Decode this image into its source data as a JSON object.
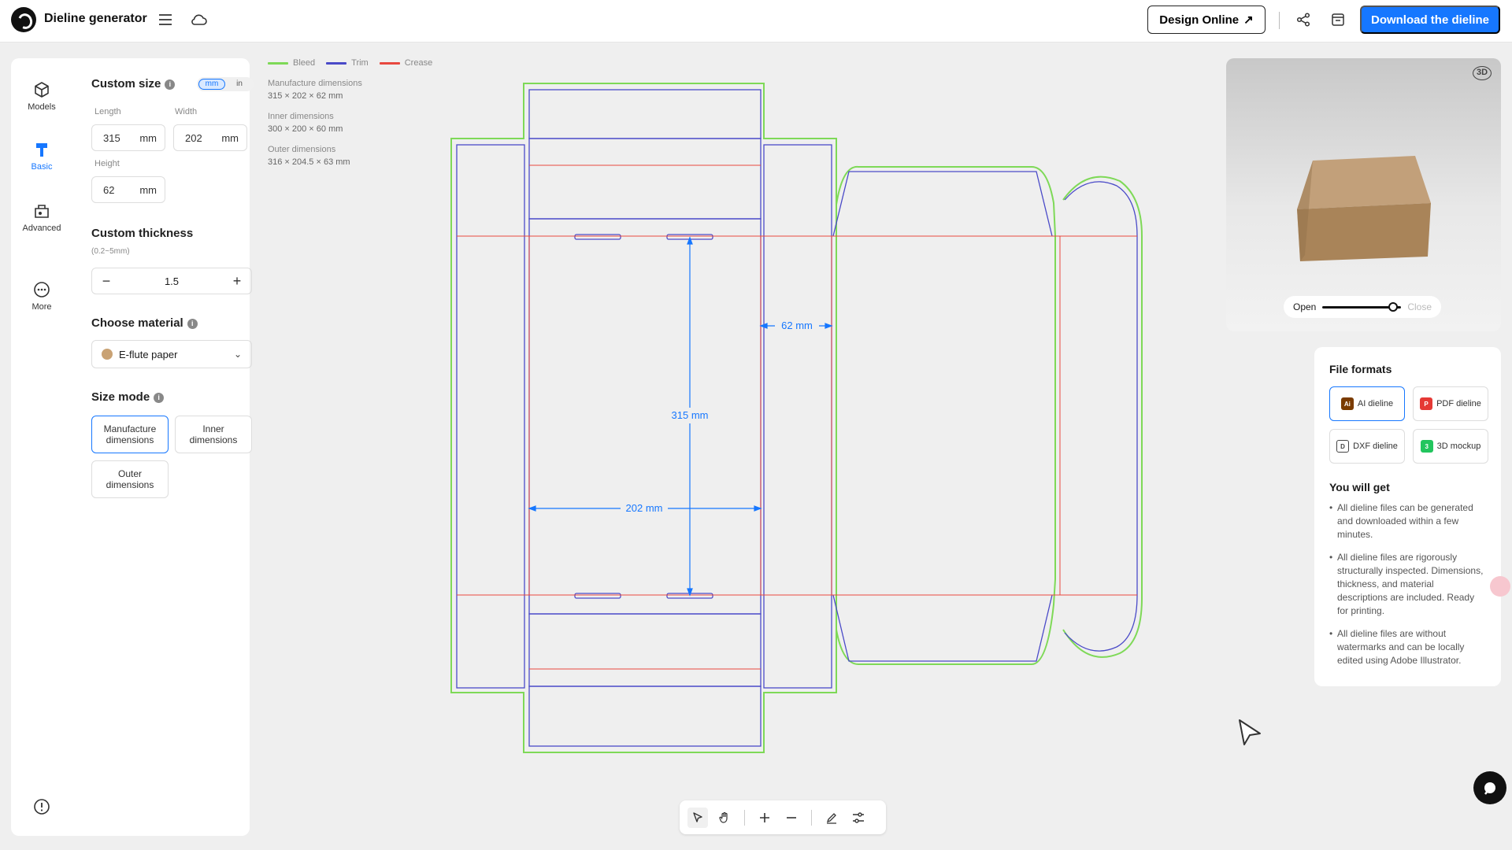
{
  "header": {
    "title": "Dieline generator",
    "design_online": "Design Online",
    "design_online_icon": "↗",
    "download": "Download the dieline"
  },
  "nav": [
    {
      "label": "Models",
      "icon": "cube-icon"
    },
    {
      "label": "Basic",
      "icon": "tape-icon"
    },
    {
      "label": "Advanced",
      "icon": "advanced-icon"
    },
    {
      "label": "More",
      "icon": "more-icon"
    }
  ],
  "custom_size": {
    "title": "Custom size",
    "unit_mm": "mm",
    "unit_in": "in",
    "selected_unit": "mm",
    "length_label": "Length",
    "length_value": "315",
    "width_label": "Width",
    "width_value": "202",
    "height_label": "Height",
    "height_value": "62",
    "unit": "mm"
  },
  "thickness": {
    "title": "Custom thickness",
    "range": "(0.2~5mm)",
    "value": "1.5",
    "minus": "−",
    "plus": "+"
  },
  "material": {
    "title": "Choose material",
    "value": "E-flute paper",
    "chevron": "⌄"
  },
  "size_mode": {
    "title": "Size mode",
    "options": [
      "Manufacture\ndimensions",
      "Inner\ndimensions",
      "Outer\ndimensions"
    ],
    "selected": 0
  },
  "legend": [
    {
      "label": "Bleed",
      "color": "#7ed957"
    },
    {
      "label": "Trim",
      "color": "#4a4ac8"
    },
    {
      "label": "Crease",
      "color": "#e8483f"
    }
  ],
  "dimensions_info": {
    "manufacture_label": "Manufacture dimensions",
    "manufacture_value": "315 × 202 × 62 mm",
    "inner_label": "Inner dimensions",
    "inner_value": "300 × 200 × 60 mm",
    "outer_label": "Outer dimensions",
    "outer_value": "316 × 204.5 × 63 mm"
  },
  "dieline_labels": {
    "length": "315 mm",
    "width": "202 mm",
    "height": "62 mm"
  },
  "preview": {
    "badge": "3D",
    "open": "Open",
    "close": "Close",
    "slider_position": 0.9
  },
  "file_formats": {
    "title": "File formats",
    "items": [
      {
        "label": "AI dieline",
        "icon": "ai-file-icon",
        "color": "#7a3b00"
      },
      {
        "label": "PDF dieline",
        "icon": "pdf-file-icon",
        "color": "#e53935"
      },
      {
        "label": "DXF dieline",
        "icon": "dxf-file-icon",
        "color": "#444444"
      },
      {
        "label": "3D mockup",
        "icon": "mockup-icon",
        "color": "#22c55e"
      }
    ],
    "selected": 0
  },
  "you_will_get": {
    "title": "You will get",
    "items": [
      "All dieline files can be generated and downloaded within a few minutes.",
      "All dieline files are rigorously structurally inspected. Dimensions, thickness, and material descriptions are included. Ready for printing.",
      "All dieline files are without watermarks and can be locally edited using Adobe Illustrator."
    ]
  },
  "colors": {
    "accent": "#1677ff",
    "bleed": "#7ed957",
    "trim": "#4a4ac8",
    "crease": "#e8483f",
    "dimension": "#1677ff"
  }
}
